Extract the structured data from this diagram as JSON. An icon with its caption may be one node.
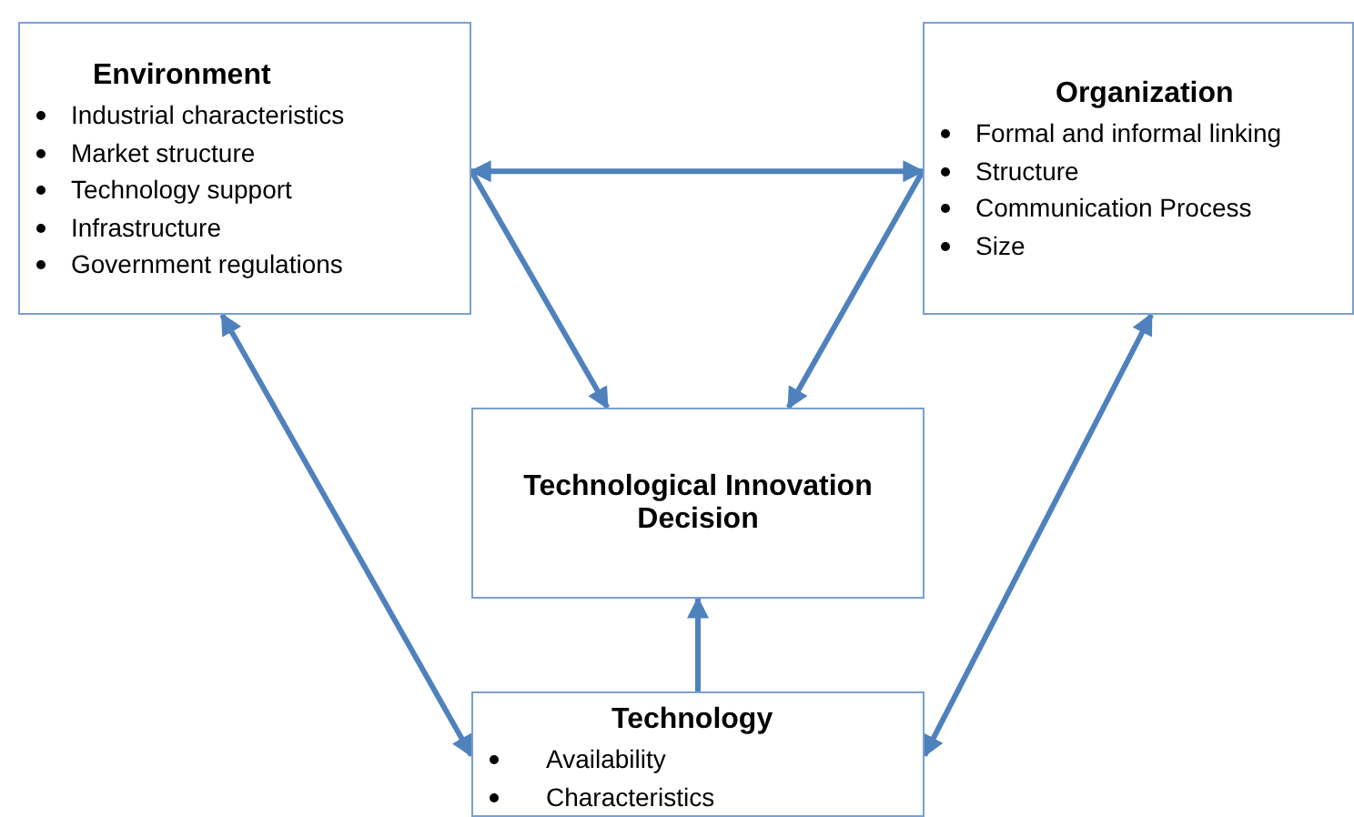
{
  "diagram": {
    "nodes": [
      {
        "text": [
          "Environment",
          "Industrial characteristics",
          "Market structure",
          "Technology support",
          "Infrastructure",
          "Government regulations"
        ]
      },
      {
        "text": [
          "Organization",
          "Formal and informal linking",
          "Structure",
          "Communication Process",
          "Size"
        ]
      },
      {
        "text": [
          "Technological Innovation Decision"
        ]
      },
      {
        "text": [
          "Technology",
          "Availability",
          "Characteristics"
        ]
      }
    ],
    "edges": [
      {
        "from": 0,
        "to": 1,
        "arrow": "both"
      },
      {
        "from": 0,
        "to": 2,
        "arrow": "to"
      },
      {
        "from": 1,
        "to": 2,
        "arrow": "to"
      },
      {
        "from": 0,
        "to": 3,
        "arrow": "both"
      },
      {
        "from": 1,
        "to": 3,
        "arrow": "both"
      },
      {
        "from": 3,
        "to": 2,
        "arrow": "to"
      }
    ]
  }
}
